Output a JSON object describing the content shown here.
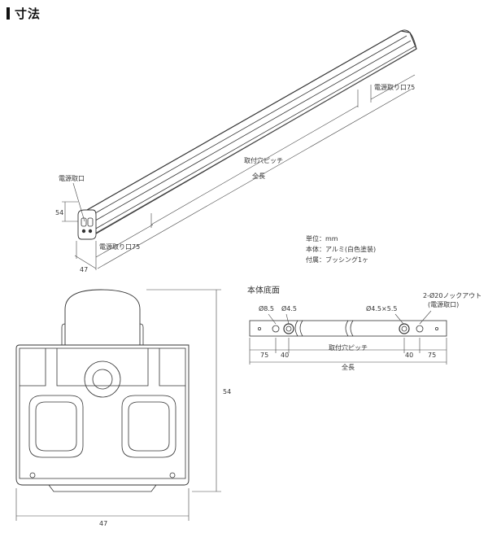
{
  "header": {
    "title": "寸法"
  },
  "perspective": {
    "power_inlet": "電源取口",
    "dim_height": "54",
    "dim_width": "47",
    "inlet_left": "電源取り口75",
    "inlet_right": "電源取り口75",
    "mount_pitch": "取付穴ピッチ",
    "total_length": "全長"
  },
  "notes": {
    "unit": "単位：mm",
    "body": "本体：アルミ(白色塗装)",
    "accessory": "付属：ブッシング1ヶ"
  },
  "bottom": {
    "title": "本体底面",
    "hole_85": "Ø8.5",
    "hole_45": "Ø4.5",
    "slot": "Ø4.5×5.5",
    "knockout_1": "2-Ø20ノックアウト",
    "knockout_2": "(電源取口)",
    "d75_left": "75",
    "d40_left": "40",
    "pitch": "取付穴ピッチ",
    "d40_right": "40",
    "d75_right": "75",
    "total": "全長"
  },
  "section": {
    "height": "54",
    "width": "47"
  }
}
